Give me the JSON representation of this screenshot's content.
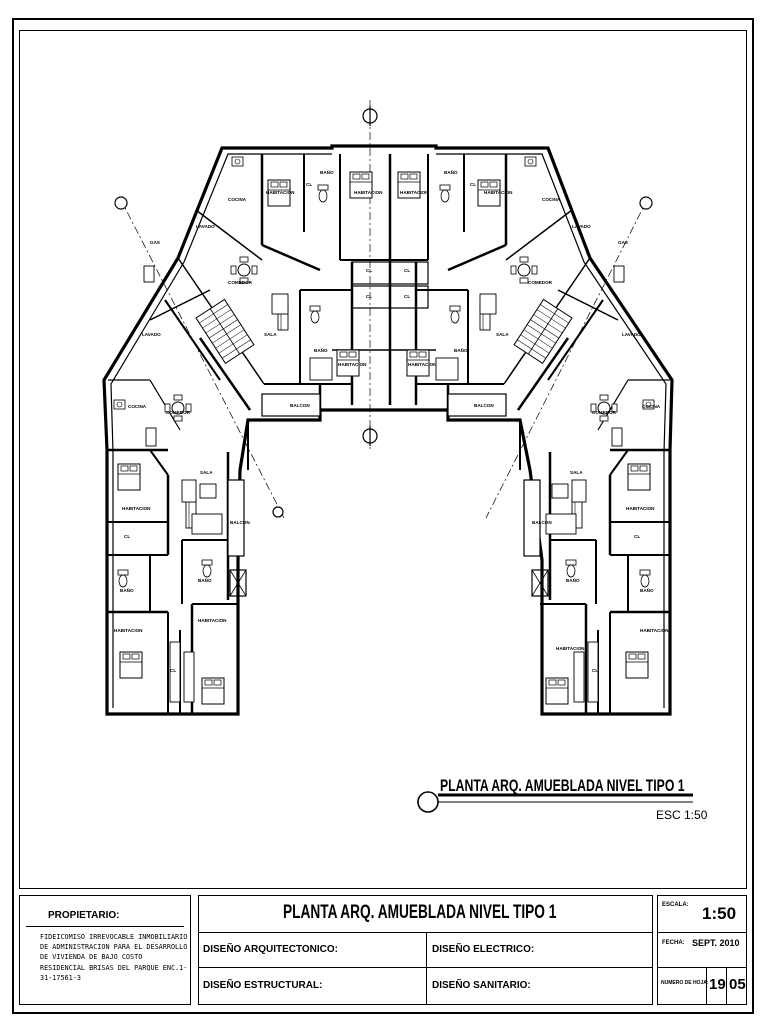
{
  "plan": {
    "title": "PLANTA ARQ. AMUEBLADA NIVEL TIPO 1",
    "scale": "ESC 1:50",
    "room_labels": {
      "habitacion": "HABITACION",
      "bano": "BAÑO",
      "cocina": "COCINA",
      "lavado": "LAVADO",
      "comedor": "COMEDOR",
      "sala": "SALA",
      "balcon": "BALCON",
      "closet": "CL",
      "gas": "GAS"
    }
  },
  "title_block": {
    "owner_label": "PROPIETARIO:",
    "owner_text": "FIDEICOMISO IRREVOCABLE INMOBILIARIO DE ADMINISTRACION PARA EL DESARROLLO DE VIVIENDA DE BAJO COSTO RESIDENCIAL BRISAS DEL PARQUE ENC.1-31-17561-3",
    "sheet_title": "PLANTA ARQ. AMUEBLADA NIVEL TIPO 1",
    "disenio_arquitectonico": "DISEÑO ARQUITECTONICO:",
    "disenio_electrico": "DISEÑO ELECTRICO:",
    "disenio_estructural": "DISEÑO ESTRUCTURAL:",
    "disenio_sanitario": "DISEÑO SANITARIO:",
    "escala_label": "ESCALA:",
    "escala_value": "1:50",
    "fecha_label": "FECHA:",
    "fecha_value": "SEPT. 2010",
    "numero_hoja_label": "NUMERO DE HOJA:",
    "hoja_numero": "19",
    "hoja_total": "05"
  }
}
